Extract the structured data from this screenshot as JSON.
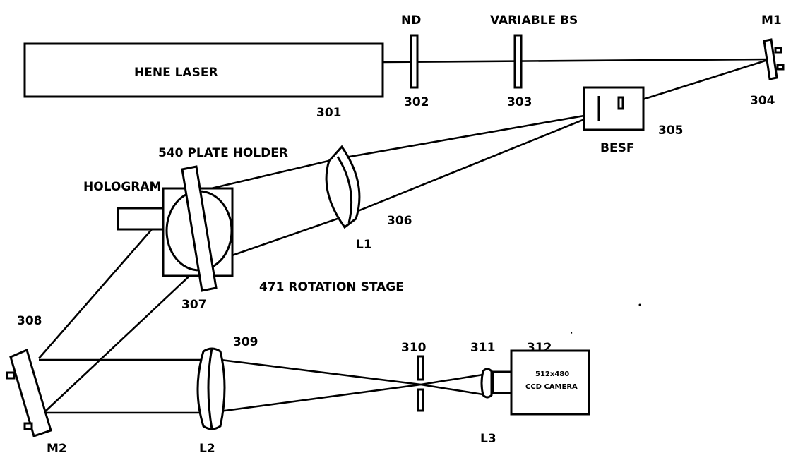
{
  "labels": {
    "laser": "HENE LASER",
    "nd": "ND",
    "variable_bs": "VARIABLE BS",
    "m1": "M1",
    "besf": "BESF",
    "plate_holder": "540 PLATE HOLDER",
    "hologram": "HOLOGRAM",
    "l1": "L1",
    "rotation_stage": "471 ROTATION STAGE",
    "m2": "M2",
    "l2": "L2",
    "l3": "L3",
    "camera_line1": "512x480",
    "camera_line2": "CCD CAMERA"
  },
  "refs": {
    "r301": "301",
    "r302": "302",
    "r303": "303",
    "r304": "304",
    "r305": "305",
    "r306": "306",
    "r307": "307",
    "r308": "308",
    "r309": "309",
    "r310": "310",
    "r311": "311",
    "r312": "312"
  }
}
